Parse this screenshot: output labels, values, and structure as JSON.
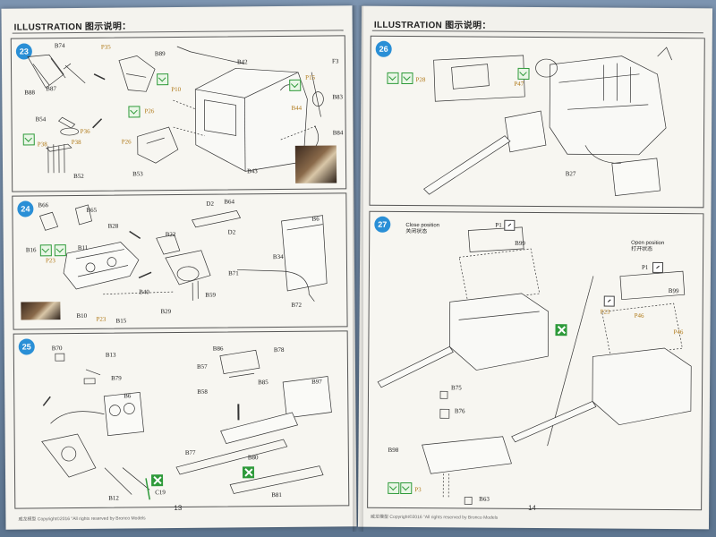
{
  "left_page": {
    "header": "ILLUSTRATION 图示说明：",
    "page_number": "13",
    "footer": "威龙模型 Copyright©2016 \"All rights reserved by Bronco Models",
    "steps": [
      {
        "number": "23",
        "labels": [
          "B74",
          "P35",
          "B89",
          "B42",
          "F3",
          "B88",
          "B87",
          "P10",
          "P15",
          "B83",
          "P26",
          "B44",
          "B54",
          "P36",
          "P38",
          "P26",
          "B84",
          "P38",
          "B52",
          "B53",
          "B43"
        ]
      },
      {
        "number": "24",
        "labels": [
          "B66",
          "B65",
          "B28",
          "D2",
          "B64",
          "B22",
          "D2",
          "B6",
          "B16",
          "B11",
          "B34",
          "P23",
          "B71",
          "B40",
          "B59",
          "B72",
          "B10",
          "P23",
          "B15",
          "B29"
        ]
      },
      {
        "number": "25",
        "labels": [
          "B70",
          "B13",
          "B86",
          "B78",
          "B79",
          "B57",
          "B85",
          "B58",
          "B6",
          "B97",
          "B77",
          "B80",
          "B12",
          "C19",
          "B81"
        ]
      }
    ]
  },
  "right_page": {
    "header": "ILLUSTRATION 图示说明：",
    "page_number": "14",
    "footer": "威龙模型 Copyright©2016 \"All rights reserved by Bronco Models",
    "steps": [
      {
        "number": "26",
        "labels": [
          "P28",
          "P47",
          "B27"
        ]
      },
      {
        "number": "27",
        "close_position": "Close position",
        "close_position_cn": "关闭状态",
        "open_position": "Open position",
        "open_position_cn": "打开状态",
        "labels": [
          "P1",
          "B99",
          "B75",
          "B76",
          "B98",
          "P3",
          "B63",
          "P1",
          "B99",
          "P23",
          "P46",
          "P46"
        ]
      }
    ]
  }
}
